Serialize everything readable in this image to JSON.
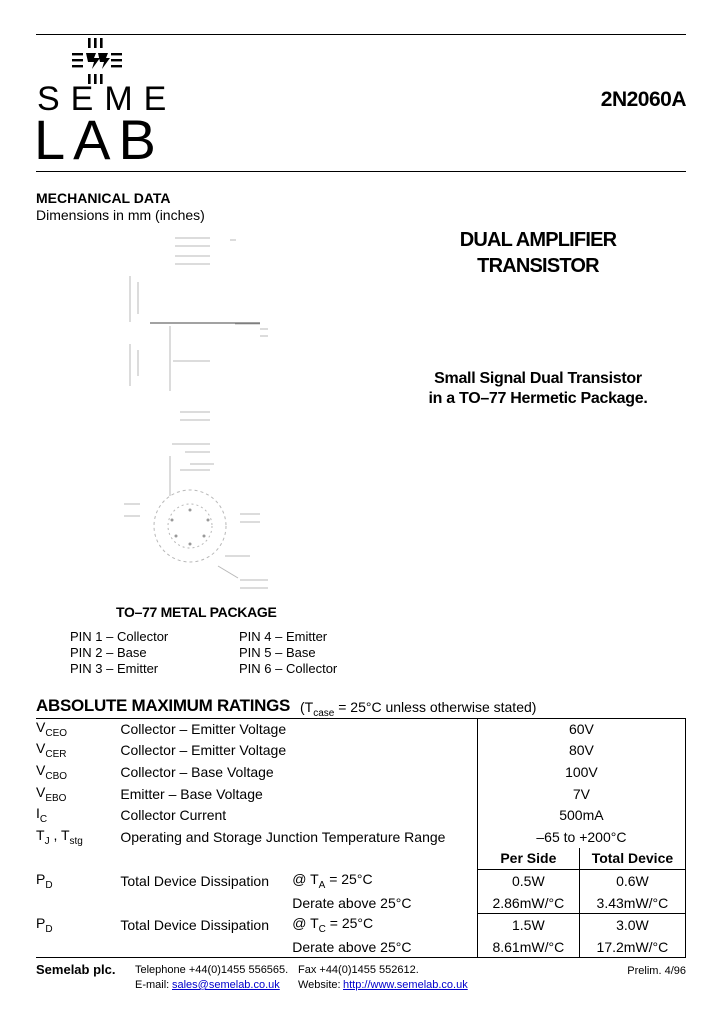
{
  "header": {
    "logo_line1": "SEME",
    "logo_line2": "LAB",
    "part_number": "2N2060A"
  },
  "mechanical": {
    "title": "MECHANICAL DATA",
    "subtitle": "Dimensions in mm (inches)",
    "package_label": "TO–77 METAL PACKAGE",
    "pins": [
      "PIN 1 – Collector",
      "PIN 2 – Base",
      "PIN 3 – Emitter",
      "PIN 4 – Emitter",
      "PIN 5 – Base",
      "PIN 6 – Collector"
    ]
  },
  "product": {
    "title_line1": "DUAL AMPLIFIER",
    "title_line2": "TRANSISTOR",
    "desc_line1": "Small Signal Dual Transistor",
    "desc_line2": "in a TO–77 Hermetic Package."
  },
  "ratings": {
    "title": "ABSOLUTE MAXIMUM RATINGS",
    "cond_prefix": "(T",
    "cond_sub": "case",
    "cond_suffix": " = 25°C unless otherwise stated)",
    "rows": [
      {
        "sym": "V",
        "sub": "CEO",
        "desc": "Collector – Emitter Voltage",
        "value": "60V"
      },
      {
        "sym": "V",
        "sub": "CER",
        "desc": "Collector – Emitter Voltage",
        "value": "80V"
      },
      {
        "sym": "V",
        "sub": "CBO",
        "desc": "Collector – Base Voltage",
        "value": "100V"
      },
      {
        "sym": "V",
        "sub": "EBO",
        "desc": "Emitter – Base Voltage",
        "value": "7V"
      },
      {
        "sym": "I",
        "sub": "C",
        "desc": "Collector Current",
        "value": "500mA"
      },
      {
        "sym": "T",
        "sub": "J",
        "sym2": " , T",
        "sub2": "stg",
        "desc": "Operating and Storage Junction Temperature Range",
        "value": "–65 to +200°C"
      }
    ],
    "col_per_side": "Per Side",
    "col_total": "Total Device",
    "pd_rows": [
      {
        "sym": "P",
        "sub": "D",
        "desc": "Total Device Dissipation",
        "cond_pre": "@ T",
        "cond_sub": "A",
        "cond_post": " = 25°C",
        "per_side": "0.5W",
        "total": "0.6W"
      },
      {
        "derate": "Derate above 25°C",
        "per_side": "2.86mW/°C",
        "total": "3.43mW/°C"
      },
      {
        "sym": "P",
        "sub": "D",
        "desc": "Total Device Dissipation",
        "cond_pre": "@ T",
        "cond_sub": "C",
        "cond_post": " = 25°C",
        "per_side": "1.5W",
        "total": "3.0W"
      },
      {
        "derate": "Derate above 25°C",
        "per_side": "8.61mW/°C",
        "total": "17.2mW/°C"
      }
    ]
  },
  "footer": {
    "company": "Semelab plc.",
    "phone": "Telephone +44(0)1455 556565.",
    "fax": "Fax +44(0)1455 552612.",
    "email_label": "E-mail:",
    "email": "sales@semelab.co.uk",
    "web_label": "Website:",
    "web": "http://www.semelab.co.uk",
    "prelim": "Prelim. 4/96"
  }
}
